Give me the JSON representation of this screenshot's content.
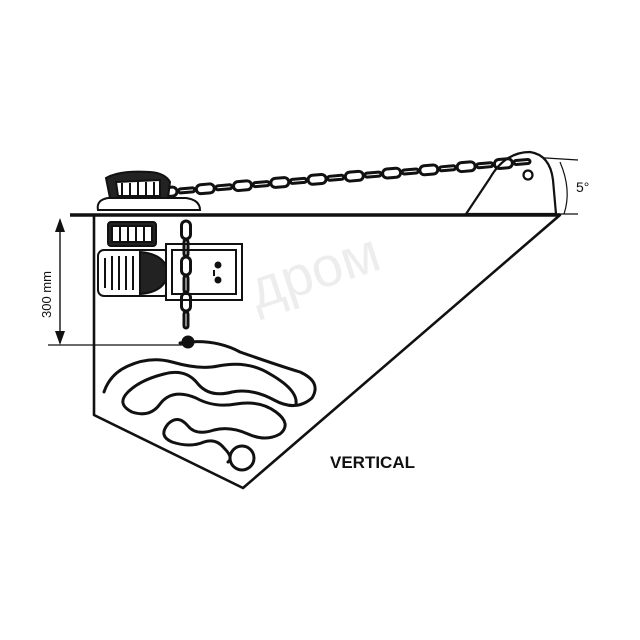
{
  "diagram": {
    "mount_label": "VERTICAL",
    "height_dimension": "300 mm",
    "angle_label": "5°",
    "watermark": "дром"
  },
  "colors": {
    "line": "#111111",
    "fill": "#ffffff",
    "watermark": "#d8d8d8"
  },
  "icons": {
    "windlass": "windlass-icon",
    "chain": "chain-icon",
    "bow_roller": "bow-roller-icon",
    "anchor_chain_pile": "chain-pile-icon"
  }
}
